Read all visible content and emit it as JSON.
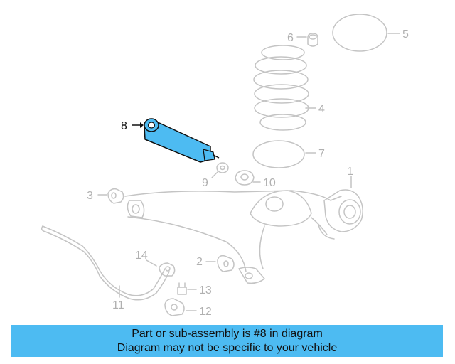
{
  "colors": {
    "highlight": "#4dbbf2",
    "outline": "#c4c4c4",
    "label_dim": "#b0b0b0",
    "label_highlight": "#111111",
    "banner_bg": "#4dbbf2"
  },
  "labels": {
    "l1": "1",
    "l2": "2",
    "l3": "3",
    "l4": "4",
    "l5": "5",
    "l6": "6",
    "l7": "7",
    "l8": "8",
    "l9": "9",
    "l10": "10",
    "l11": "11",
    "l12": "12",
    "l13": "13",
    "l14": "14"
  },
  "highlighted_part": "8",
  "banner": {
    "line1": "Part or sub-assembly is #8 in diagram",
    "line2": "Diagram may not be specific to your vehicle"
  }
}
